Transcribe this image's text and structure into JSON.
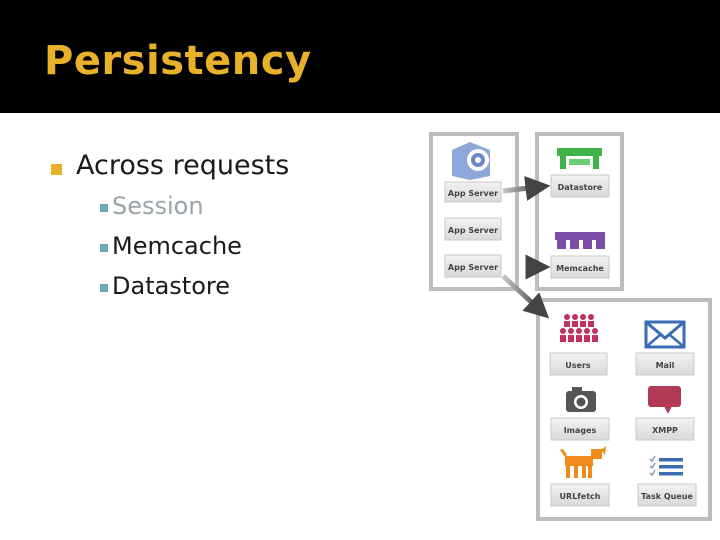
{
  "slide": {
    "title": "Persistency",
    "bullets": [
      {
        "text": "Across requests",
        "level": 1
      },
      {
        "text": "Session",
        "level": 2,
        "dimmed": true
      },
      {
        "text": "Memcache",
        "level": 2
      },
      {
        "text": "Datastore",
        "level": 2
      }
    ]
  },
  "diagram": {
    "app_servers": [
      "App Server",
      "App Server",
      "App Server"
    ],
    "storage": [
      "Datastore",
      "Memcache"
    ],
    "services": [
      "Users",
      "Mail",
      "Images",
      "XMPP",
      "URLfetch",
      "Task Queue"
    ]
  },
  "colors": {
    "title": "#e8b12a",
    "header_bg": "#000000",
    "datastore": "#3fb24a",
    "memcache": "#7b4fa8",
    "users": "#c2325c",
    "mail": "#3a6bb5",
    "xmpp": "#b23a54",
    "urlfetch": "#f08a1a"
  }
}
